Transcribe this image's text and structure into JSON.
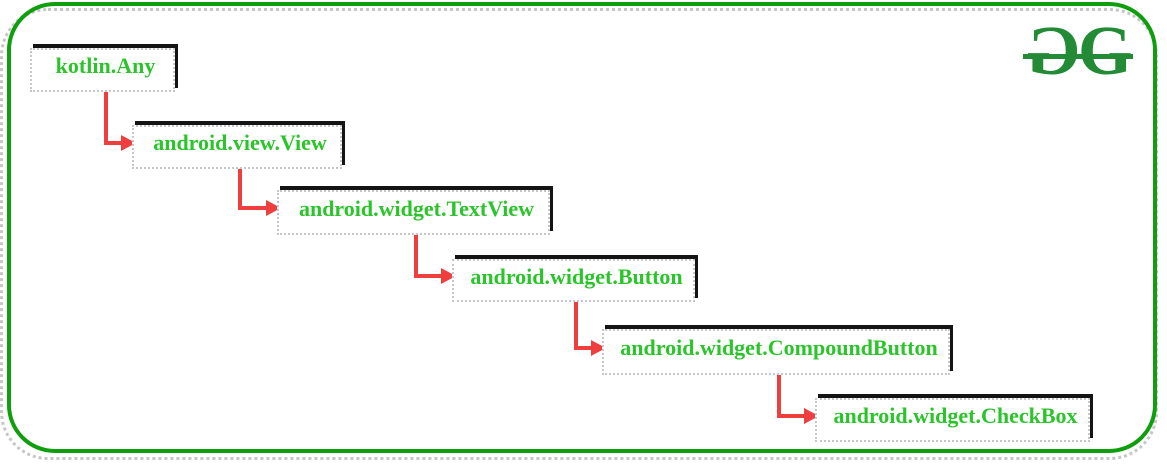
{
  "theme": {
    "frame_border": "#0e9e0e",
    "shadow_gray": "#c6c6c6",
    "node_text": "#2bc42b",
    "node_border": "#141414",
    "arrow": "#ee3e3e",
    "logo_green": "#238b35",
    "bg": "#ffffff"
  },
  "logo": {
    "left_letter": "G",
    "right_letter": "G"
  },
  "hierarchy": {
    "type": "inheritance-chain",
    "nodes": [
      {
        "label": "kotlin.Any"
      },
      {
        "label": "android.view.View"
      },
      {
        "label": "android.widget.TextView"
      },
      {
        "label": "android.widget.Button"
      },
      {
        "label": "android.widget.CompoundButton"
      },
      {
        "label": "android.widget.CheckBox"
      }
    ],
    "edges": [
      {
        "from": "kotlin.Any",
        "to": "android.view.View"
      },
      {
        "from": "android.view.View",
        "to": "android.widget.TextView"
      },
      {
        "from": "android.widget.TextView",
        "to": "android.widget.Button"
      },
      {
        "from": "android.widget.Button",
        "to": "android.widget.CompoundButton"
      },
      {
        "from": "android.widget.CompoundButton",
        "to": "android.widget.CheckBox"
      }
    ]
  }
}
